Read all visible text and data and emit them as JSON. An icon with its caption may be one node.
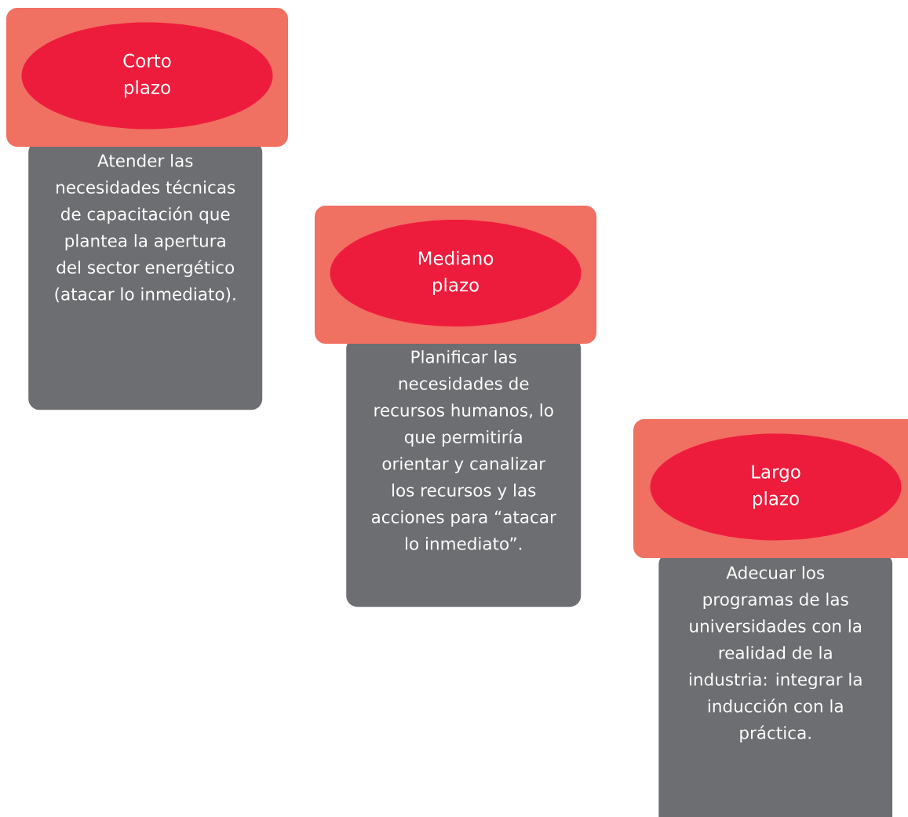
{
  "diagram": {
    "nodes": [
      {
        "text": [],
        "shape": "box"
      },
      {
        "text": [
          "Corto plazo"
        ],
        "in": 0
      },
      {
        "text": [
          "Atender las necesidades técnicas de capacitación que plantea la apertura del sector energético (atacar lo inmediato)."
        ]
      },
      {
        "text": [],
        "shape": "box"
      },
      {
        "text": [
          "Mediano plazo"
        ],
        "in": 3
      },
      {
        "text": [
          "Planificar las necesidades de recursos humanos, lo que permitiría orientar y canalizar los recursos y las acciones para “atacar lo inmediato”."
        ]
      },
      {
        "text": [],
        "shape": "box"
      },
      {
        "text": [
          "Largo plazo"
        ],
        "in": 6
      },
      {
        "text": [
          "Adecuar los programas de las universidades con la realidad de la industria: integrar la inducción con la práctica."
        ]
      }
    ]
  }
}
